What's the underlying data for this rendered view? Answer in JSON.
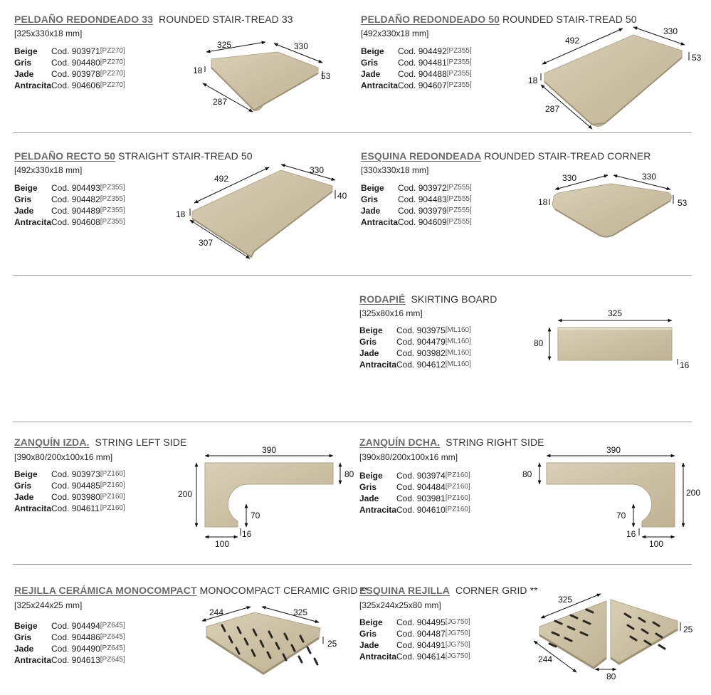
{
  "colors": {
    "tile_light": "#d6ccb2",
    "tile_mid": "#c4b89a",
    "tile_dark": "#a6997a",
    "rule": "#999999",
    "es_title": "#6b6b6b"
  },
  "products": [
    {
      "title_es": "PELDAÑO REDONDEADO 33",
      "title_en": "ROUNDED STAIR-TREAD 33",
      "size": "[325x330x18 mm]",
      "rows": [
        [
          "Beige",
          "Cod. 903971",
          "[PZ270]"
        ],
        [
          "Gris",
          "Cod. 904480",
          "[PZ270]"
        ],
        [
          "Jade",
          "Cod. 903978",
          "[PZ270]"
        ],
        [
          "Antracita",
          "Cod. 904606",
          "[PZ270]"
        ]
      ],
      "labels": [
        "325",
        "330",
        "18",
        "53",
        "287"
      ]
    },
    {
      "title_es": "PELDAÑO REDONDEADO 50",
      "title_en": "ROUNDED STAIR-TREAD 50",
      "size": "[492x330x18 mm]",
      "rows": [
        [
          "Beige",
          "Cod. 904492",
          "[PZ355]"
        ],
        [
          "Gris",
          "Cod. 904481",
          "[PZ355]"
        ],
        [
          "Jade",
          "Cod. 904488",
          "[PZ355]"
        ],
        [
          "Antracita",
          "Cod. 904607",
          "[PZ355]"
        ]
      ],
      "labels": [
        "492",
        "330",
        "53",
        "18",
        "287"
      ]
    },
    {
      "title_es": "PELDAÑO RECTO 50",
      "title_en": "STRAIGHT STAIR-TREAD 50",
      "size": "[492x330x18 mm]",
      "rows": [
        [
          "Beige",
          "Cod. 904493",
          "[PZ355]"
        ],
        [
          "Gris",
          "Cod. 904482",
          "[PZ355]"
        ],
        [
          "Jade",
          "Cod. 904489",
          "[PZ355]"
        ],
        [
          "Antracita",
          "Cod. 904608",
          "[PZ355]"
        ]
      ],
      "labels": [
        "492",
        "330",
        "40",
        "18",
        "307"
      ]
    },
    {
      "title_es": "ESQUINA REDONDEADA",
      "title_en": "ROUNDED STAIR-TREAD CORNER",
      "size": "[330x330x18 mm]",
      "rows": [
        [
          "Beige",
          "Cod. 903972",
          "[PZ555]"
        ],
        [
          "Gris",
          "Cod. 904483",
          "[PZ555]"
        ],
        [
          "Jade",
          "Cod. 903979",
          "[PZ555]"
        ],
        [
          "Antracita",
          "Cod. 904609",
          "[PZ555]"
        ]
      ],
      "labels": [
        "330",
        "330",
        "18",
        "53"
      ]
    },
    {
      "title_es": "RODAPIÉ",
      "title_en": "SKIRTING BOARD",
      "size": "[325x80x16 mm]",
      "rows": [
        [
          "Beige",
          "Cod. 903975",
          "[ML160]"
        ],
        [
          "Gris",
          "Cod. 904479",
          "[ML160]"
        ],
        [
          "Jade",
          "Cod. 903982",
          "[ML160]"
        ],
        [
          "Antracita",
          "Cod. 904612",
          "[ML160]"
        ]
      ],
      "labels": [
        "325",
        "80",
        "16"
      ]
    },
    {
      "title_es": "ZANQUÍN IZDA.",
      "title_en": "STRING LEFT SIDE",
      "size": "[390x80/200x100x16 mm]",
      "rows": [
        [
          "Beige",
          "Cod. 903973",
          "[PZ160]"
        ],
        [
          "Gris",
          "Cod. 904485",
          "[PZ160]"
        ],
        [
          "Jade",
          "Cod. 903980",
          "[PZ160]"
        ],
        [
          "Antracita",
          "Cod. 904611",
          "[PZ160]"
        ]
      ],
      "labels": [
        "390",
        "80",
        "200",
        "70",
        "16",
        "100"
      ]
    },
    {
      "title_es": "ZANQUÍN DCHA.",
      "title_en": "STRING RIGHT SIDE",
      "size": "[390x80/200x100x16 mm]",
      "rows": [
        [
          "Beige",
          "Cod. 903974",
          "[PZ160]"
        ],
        [
          "Gris",
          "Cod. 904484",
          "[PZ160]"
        ],
        [
          "Jade",
          "Cod. 903981",
          "[PZ160]"
        ],
        [
          "Antracita",
          "Cod. 904610",
          "[PZ160]"
        ]
      ],
      "labels": [
        "390",
        "80",
        "200",
        "70",
        "16",
        "100"
      ]
    },
    {
      "title_es": "REJILLA CERÁMICA MONOCOMPACT",
      "title_en": "MONOCOMPACT CERAMIC GRID **",
      "size": "[325x244x25 mm]",
      "rows": [
        [
          "Beige",
          "Cod. 904494",
          "[PZ645]"
        ],
        [
          "Gris",
          "Cod. 904486",
          "[PZ645]"
        ],
        [
          "Jade",
          "Cod. 904490",
          "[PZ645]"
        ],
        [
          "Antracita",
          "Cod. 904613",
          "[PZ645]"
        ]
      ],
      "labels": [
        "244",
        "325",
        "25"
      ]
    },
    {
      "title_es": "ESQUINA REJILLA",
      "title_en": "CORNER GRID **",
      "size": "[325x244x25x80 mm]",
      "rows": [
        [
          "Beige",
          "Cod. 904495",
          "[JG750]"
        ],
        [
          "Gris",
          "Cod. 904487",
          "[JG750]"
        ],
        [
          "Jade",
          "Cod. 904491",
          "[JG750]"
        ],
        [
          "Antracita",
          "Cod. 904614",
          "[JG750]"
        ]
      ],
      "labels": [
        "325",
        "25",
        "244",
        "80"
      ]
    }
  ]
}
